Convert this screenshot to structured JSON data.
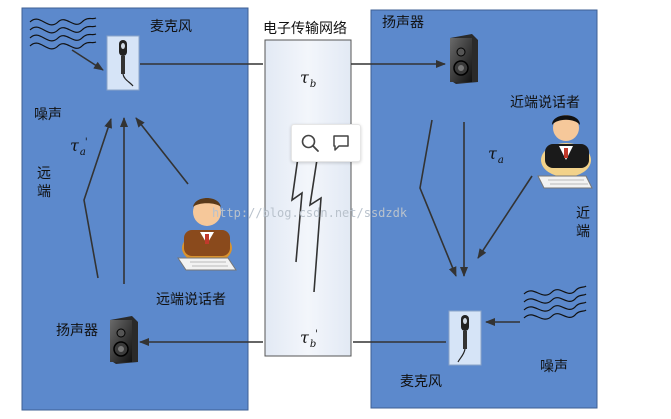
{
  "labels": {
    "mic_left": "麦克风",
    "network": "电子传输网络",
    "speaker_right": "扬声器",
    "noise_left": "噪声",
    "near_talker": "近端说话者",
    "far_end": "远端",
    "near_end": "近端",
    "far_talker": "远端说话者",
    "speaker_left": "扬声器",
    "mic_right": "麦克风",
    "noise_right": "噪声"
  },
  "symbols": {
    "tau_b": {
      "base": "τ",
      "sub": "b",
      "prime": ""
    },
    "tau_a_left": {
      "base": "τ",
      "sub": "a",
      "prime": "'"
    },
    "tau_a_right": {
      "base": "τ",
      "sub": "a",
      "prime": ""
    },
    "tau_b_prime": {
      "base": "τ",
      "sub": "b",
      "prime": "'"
    }
  },
  "watermark": "http://blog.csdn.net/ssdzdk",
  "toolbar": {
    "search_icon": "search-icon",
    "comment_icon": "comment-icon"
  },
  "colors": {
    "panel_fill": "#5c89cc",
    "panel_border": "#3e5f93",
    "network_fill": "#e9eef6",
    "network_border": "#555555",
    "arrow": "#333333"
  }
}
